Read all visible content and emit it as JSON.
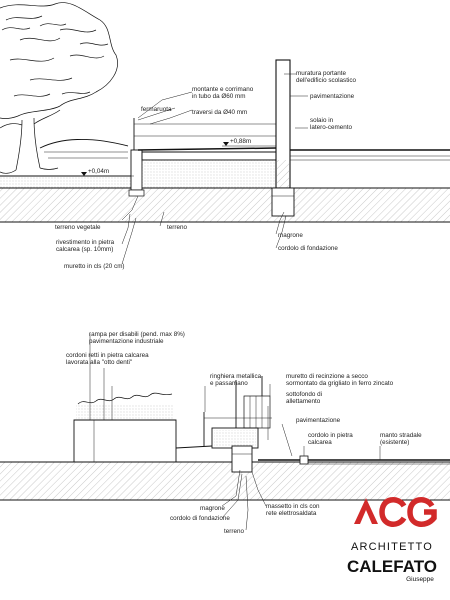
{
  "section_top": {
    "levels": {
      "upper": "+0,88m",
      "lower": "+0,04m"
    },
    "labels": {
      "muratura": "muratura portante\ndell'edificio scolastico",
      "pavimentazione": "pavimentazione",
      "solaio": "solaio in\nlatero-cemento",
      "montante": "montante e corrimano\nin tubo da Ø60 mm",
      "traversi": "traversi da Ø40 mm",
      "fermaruota": "fermaruota",
      "terreno_vegetale": "terreno vegetale",
      "terreno": "terreno",
      "rivestimento": "rivestimento in pietra\ncalcarea (sp. 10mm)",
      "muretto": "muretto in cls (20 cm)",
      "magrone": "magrone",
      "cordolo": "cordolo di fondazione"
    }
  },
  "section_bottom": {
    "labels": {
      "rampa": "rampa per disabili (pend. max 8%)\npavimentazione industriale",
      "cordoni": "cordoni retti in pietra calcarea\nlavorata alla \"otto denti\"",
      "ringhiera": "ringhiera metallica\ne passamano",
      "muretto_recinzione": "muretto di recinzione a secco\nsormontato da grigliato in ferro zincato",
      "sottofondo": "sottofondo di\nallettamento",
      "pavimentazione": "pavimentazione",
      "cordolo_pietra": "cordolo in pietra\ncalcarea",
      "manto": "manto stradale\n(esistente)",
      "magrone": "magrone",
      "cordolo_fondazione": "cordolo di fondazione",
      "massetto": "massetto in cls con\nrete elettrosaldata",
      "terreno": "terreno"
    }
  },
  "logo": {
    "mark": "ACG",
    "line1": "ARCHITETTO",
    "line2": "CALEFATO",
    "line3": "Giuseppe",
    "accent_color": "#d22a2a"
  }
}
